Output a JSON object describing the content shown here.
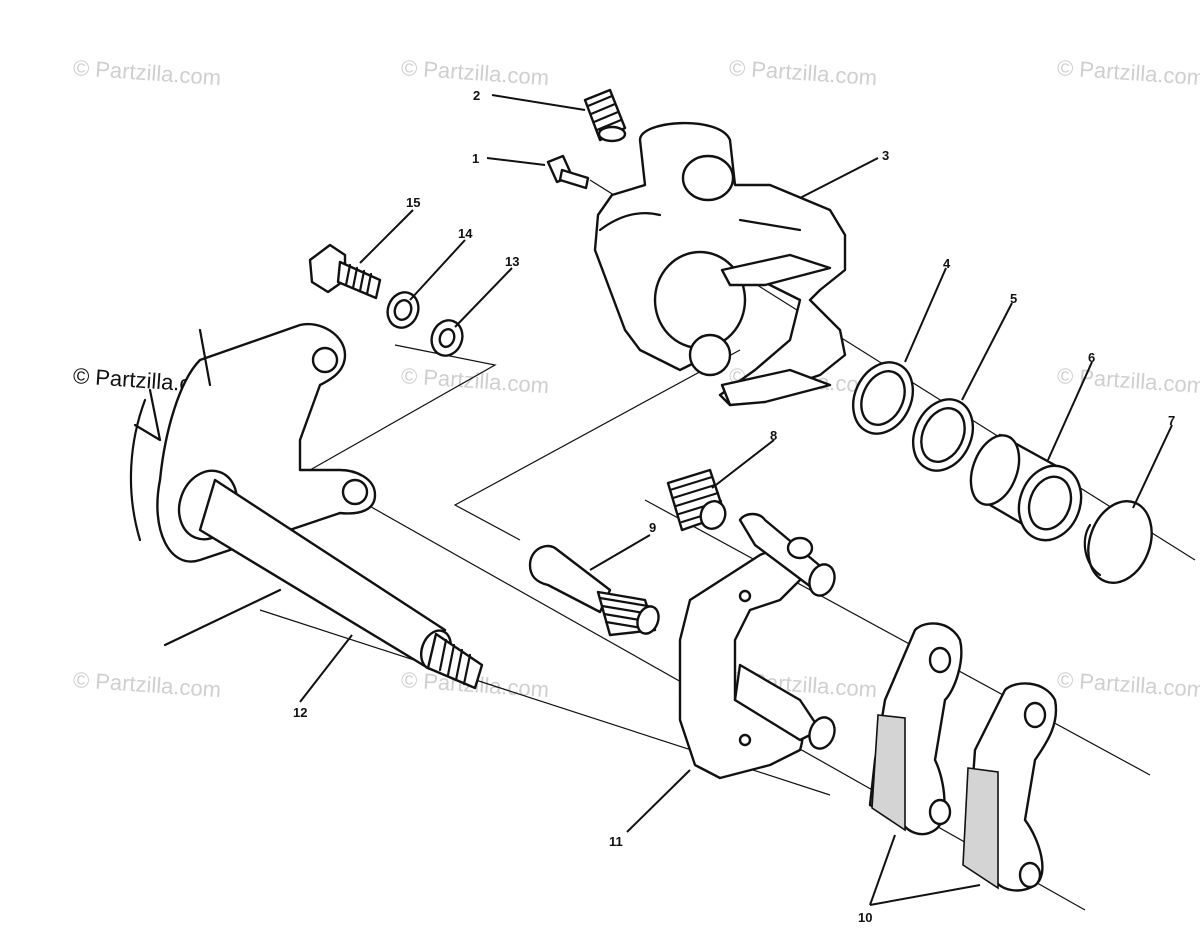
{
  "watermarks": [
    "© Partzilla.com",
    "© Partzilla.com",
    "© Partzilla.com",
    "© Partzilla.com",
    "© Partzilla.com",
    "© Partzilla.com",
    "© Partzilla.com",
    "© Partzilla.com",
    "© Partzilla.com",
    "© Partzilla.com",
    "© Partzilla.com",
    "© Partzilla.com"
  ],
  "callouts": [
    "1",
    "2",
    "3",
    "4",
    "5",
    "6",
    "7",
    "8",
    "9",
    "10",
    "11",
    "12",
    "13",
    "14",
    "15"
  ],
  "colors": {
    "line": "#111111",
    "watermark": "#cfcfcf",
    "background": "#ffffff"
  }
}
